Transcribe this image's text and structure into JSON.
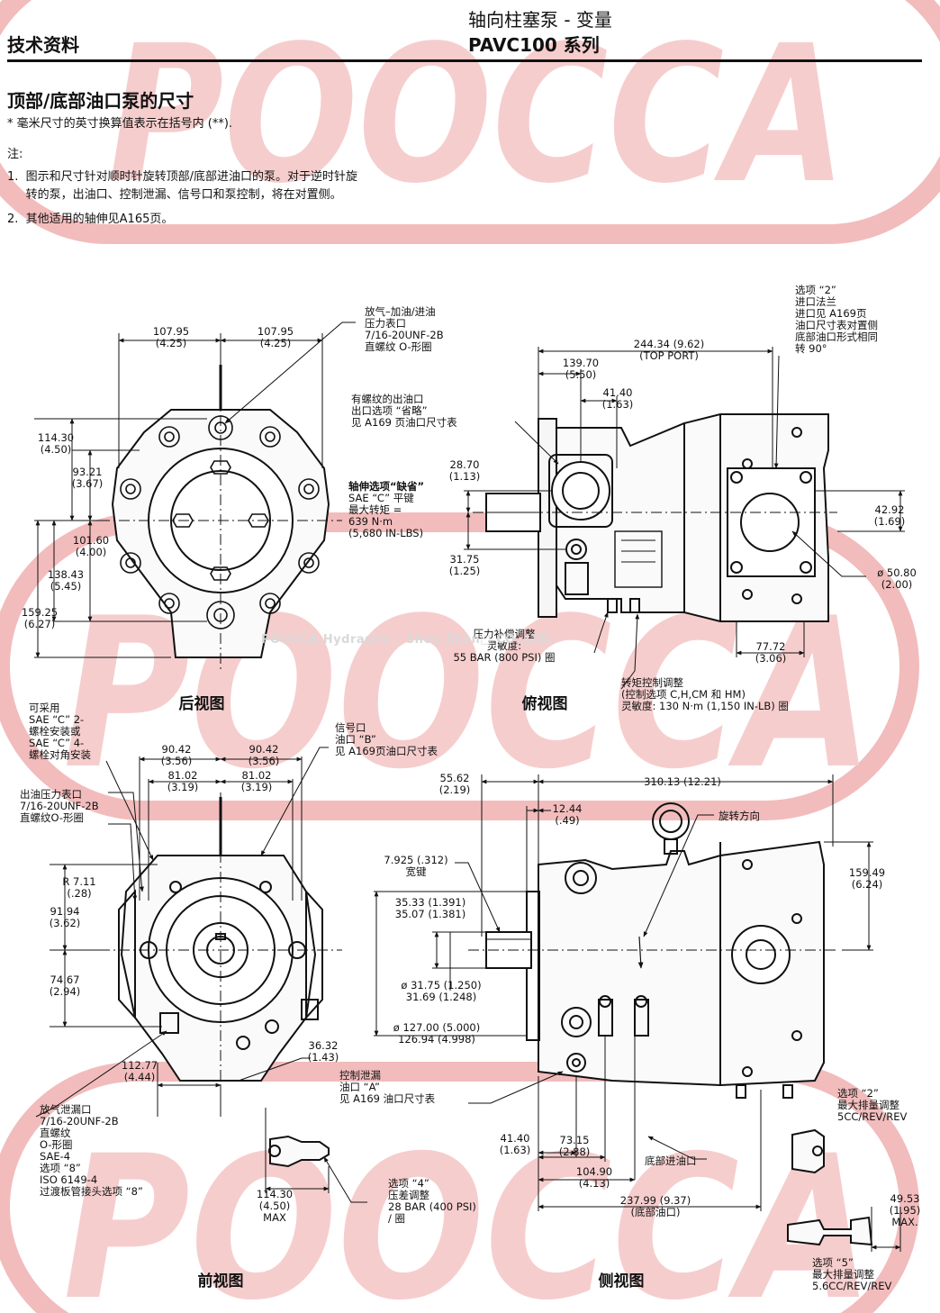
{
  "header": {
    "left": "技术资料",
    "title": "轴向柱塞泵 - 变量",
    "model": "PAVC100 系列"
  },
  "section": {
    "title": "顶部/底部油口泵的尺寸",
    "footnote": "* 毫米尺寸的英寸换算值表示在括号内 (**).",
    "notes_heading": "注:",
    "notes": [
      "1.  图示和尺寸针对顺时针旋转顶部/底部进油口的泵。对于逆时针旋",
      "     转的泵，出油口、控制泄漏、信号口和泵控制，将在对置侧。",
      "2.  其他适用的轴伸见A165页。"
    ]
  },
  "watermark": {
    "brand": "POOCCA",
    "company": "POOCCA Hydraulic□ Shen Zhen□ CO.,LTD.",
    "color": "#f2bcbc"
  },
  "views": {
    "rear": "后视图",
    "top": "俯视图",
    "front": "前视图",
    "side": "侧视图"
  },
  "labels": {
    "rear_top_left": [
      "107.95",
      "(4.25)"
    ],
    "rear_top_right": [
      "107.95",
      "(4.25)"
    ],
    "bleed": [
      "放气–加油/进油",
      "压力表口",
      "7/16-20UNF-2B",
      "直螺纹 O-形圈"
    ],
    "rear_114": [
      "114.30",
      "(4.50)"
    ],
    "rear_93": [
      "93.21",
      "(3.67)"
    ],
    "rear_101": [
      "101.60",
      "(4.00)"
    ],
    "rear_138": [
      "138.43",
      "(5.45)"
    ],
    "rear_159": [
      "159.25",
      "(6.27)"
    ],
    "outlet_threaded": [
      "有螺纹的出油口",
      "出口选项 “省略”",
      "见 A169 页油口尺寸表"
    ],
    "shaft_option": [
      "轴伸选项“缺省”",
      "SAE “C” 平键",
      "最大转矩 =",
      "639 N·m",
      "(5,680 IN-LBS)"
    ],
    "top_244": [
      "244.34 (9.62)",
      "(TOP PORT)"
    ],
    "top_139": [
      "139.70",
      "(5.50)"
    ],
    "top_41": [
      "41.40",
      "(1.63)"
    ],
    "top_28": [
      "28.70",
      "(1.13)"
    ],
    "top_31": [
      "31.75",
      "(1.25)"
    ],
    "option2_inlet": [
      "选项 “2”",
      "进口法兰",
      "进口见 A169页",
      "油口尺寸表对置侧",
      "底部油口形式相同",
      "转 90°"
    ],
    "top_42": [
      "42.92",
      "(1.69)"
    ],
    "top_50": [
      "ø 50.80",
      "(2.00)"
    ],
    "top_77": [
      "77.72",
      "(3.06)"
    ],
    "pressure_comp": [
      "压力补偿调整",
      "灵敏度:",
      "55 BAR (800 PSI) 圈"
    ],
    "torque_ctrl": [
      "转矩控制调整",
      "(控制选项 C,H,CM 和 HM)",
      "灵敏度: 130 N·m (1,150 IN-LB) 圈"
    ],
    "sae_c": [
      "可采用",
      "SAE “C” 2-",
      "螺栓安装或",
      "SAE “C” 4-",
      "螺栓对角安装"
    ],
    "front_90l": [
      "90.42",
      "(3.56)"
    ],
    "front_90r": [
      "90.42",
      "(3.56)"
    ],
    "front_81l": [
      "81.02",
      "(3.19)"
    ],
    "front_81r": [
      "81.02",
      "(3.19)"
    ],
    "signal_port": [
      "信号口",
      "油口 “B”",
      "见 A169页油口尺寸表"
    ],
    "outlet_gauge": [
      "出油压力表口",
      "7/16-20UNF-2B",
      "直螺纹O-形圈"
    ],
    "front_r7": [
      "R 7.11",
      "(.28)"
    ],
    "front_91": [
      "91.94",
      "(3.62)"
    ],
    "front_74": [
      "74.67",
      "(2.94)"
    ],
    "front_112": [
      "112.77",
      "(4.44)"
    ],
    "front_36": [
      "36.32",
      "(1.43)"
    ],
    "bleed_drain": [
      "放气泄漏口",
      "7/16-20UNF-2B",
      "直螺纹",
      "O-形圈",
      "SAE-4",
      "选项 “8”",
      "ISO 6149-4",
      "过渡板管接头选项 “8”"
    ],
    "front_114": [
      "114.30",
      "(4.50)",
      "MAX"
    ],
    "option4": [
      "选项 “4”",
      "压差调整",
      "28 BAR (400 PSI)",
      "/ 圈"
    ],
    "side_55": [
      "55.62",
      "(2.19)"
    ],
    "side_310": [
      "310.13 (12.21)"
    ],
    "side_12": [
      "12.44",
      "(.49)"
    ],
    "rotation": [
      "旋转方向"
    ],
    "key": [
      "7.925 (.312)",
      "宽键"
    ],
    "side_35": [
      "35.33 (1.391)",
      "35.07 (1.381)"
    ],
    "side_31": [
      "ø 31.75 (1.250)",
      "31.69 (1.248)"
    ],
    "side_127": [
      "ø  127.00 (5.000)",
      "126.94 (4.998)"
    ],
    "side_159": [
      "159.49",
      "(6.24)"
    ],
    "ctrl_drain": [
      "控制泄漏",
      "油口 “A”",
      "见 A169 油口尺寸表"
    ],
    "option2_disp": [
      "选项 “2”",
      "最大排量调整",
      "5CC/REV/REV"
    ],
    "side_41": [
      "41.40",
      "(1.63)"
    ],
    "side_73": [
      "73.15",
      "(2.88)"
    ],
    "bottom_inlet": [
      "底部进油口"
    ],
    "side_104": [
      "104.90",
      "(4.13)"
    ],
    "side_237": [
      "237.99 (9.37)",
      "(底部油口)"
    ],
    "side_49": [
      "49.53",
      "(1.95)",
      "MAX."
    ],
    "option5": [
      "选项 “5”",
      "最大排量调整",
      "5.6CC/REV/REV"
    ]
  }
}
